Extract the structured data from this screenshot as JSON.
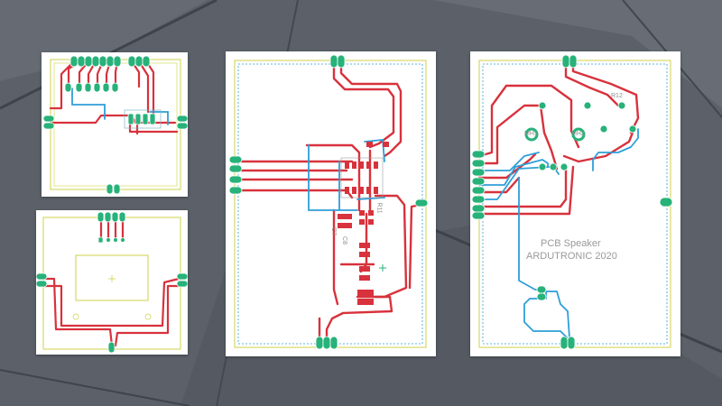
{
  "scene": {
    "background_color": "#5b6069",
    "colors": {
      "top_trace": "#d8323c",
      "bottom_trace": "#2f9fd8",
      "pad": "#27b27a",
      "outline": "#cfd24a",
      "board": "#ffffff"
    }
  },
  "boards": [
    {
      "id": "board-1",
      "labels": []
    },
    {
      "id": "board-2",
      "labels": []
    },
    {
      "id": "board-3",
      "labels": [
        "C7",
        "C8",
        "R11"
      ]
    },
    {
      "id": "board-4",
      "labels": [
        "R12",
        "MH1",
        "MH2"
      ]
    }
  ],
  "board4_text": {
    "line1": "PCB Speaker",
    "line2": "ARDUTRONIC 2020",
    "r_label": "R12",
    "mh1": "MH1",
    "mh2": "MH2"
  },
  "board3_text": {
    "c7": "C7",
    "c8": "C8",
    "r11": "R11"
  }
}
